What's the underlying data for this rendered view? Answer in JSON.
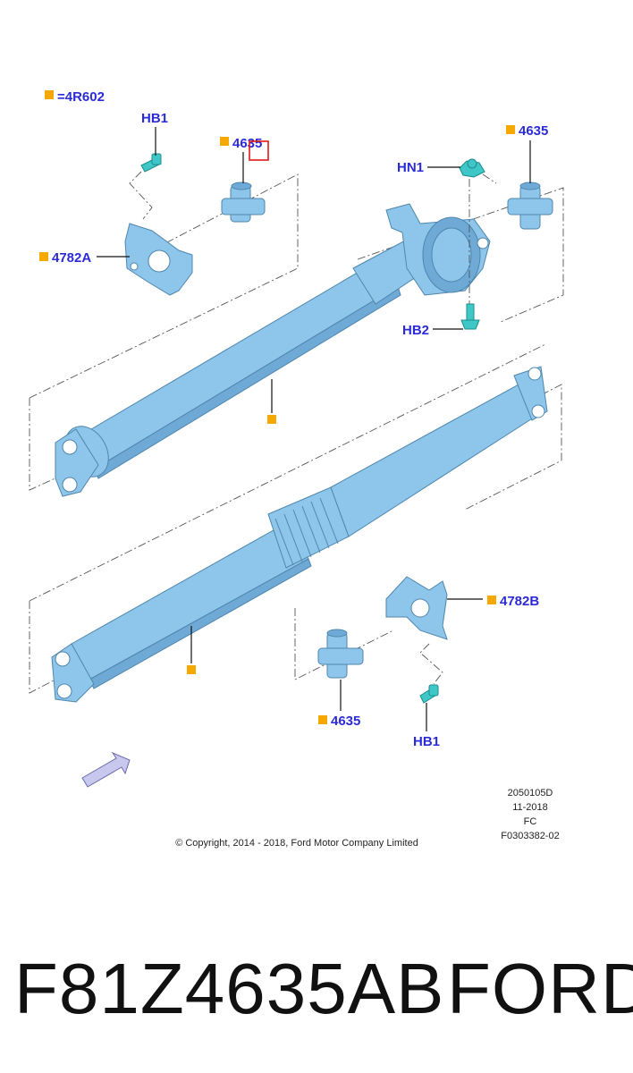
{
  "legend": {
    "code": "=4R602"
  },
  "callouts": {
    "hb1_top": "HB1",
    "c4635_top": "4635",
    "c4782a": "4782A",
    "hn1": "HN1",
    "c4635_right": "4635",
    "hb2": "HB2",
    "c4782b": "4782B",
    "c4635_bottom": "4635",
    "hb1_bottom": "HB1"
  },
  "drawing_info": {
    "line1": "2050105D",
    "line2": "11-2018",
    "line3": "FC",
    "line4": "F0303382-02"
  },
  "copyright": "© Copyright, 2014 - 2018, Ford Motor Company Limited",
  "footer": {
    "part_number": "F81Z4635AB",
    "brand": "FORD"
  },
  "colors": {
    "part": "#8ec5ea",
    "hardware": "#3fc7c7",
    "label": "#2b2bd6",
    "marker": "#f5a800",
    "highlight": "#e01818"
  }
}
